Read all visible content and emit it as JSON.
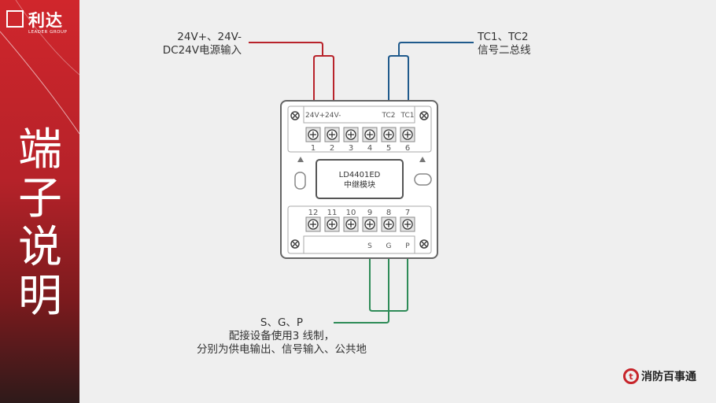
{
  "logo": {
    "name_cn": "利达",
    "name_en": "LEADER GROUP"
  },
  "sidebar": {
    "title_chars": [
      "端",
      "子",
      "说",
      "明"
    ]
  },
  "device": {
    "model": "LD4401ED",
    "name": "中继模块",
    "top_labels": [
      "24V+",
      "24V-",
      "TC2",
      "TC1"
    ],
    "top_terminals": [
      "1",
      "2",
      "3",
      "4",
      "5",
      "6"
    ],
    "bottom_terminals": [
      "12",
      "11",
      "10",
      "9",
      "8",
      "7"
    ],
    "bottom_labels": [
      "S",
      "G",
      "P"
    ]
  },
  "annotations": {
    "power_line1": "24V+、24V-",
    "power_line2": "DC24V电源输入",
    "bus_line1": "TC1、TC2",
    "bus_line2": "信号二总线",
    "sgp_line1": "S、G、P",
    "sgp_line2": "配接设备使用3 线制，",
    "sgp_line3": "分别为供电输出、信号输入、公共地"
  },
  "colors": {
    "power_wire": "#b8232b",
    "bus_wire": "#1f5a8c",
    "sgp_wire": "#2e8b57",
    "accent": "#c7242a"
  },
  "footer": {
    "brand": "消防百事通"
  }
}
